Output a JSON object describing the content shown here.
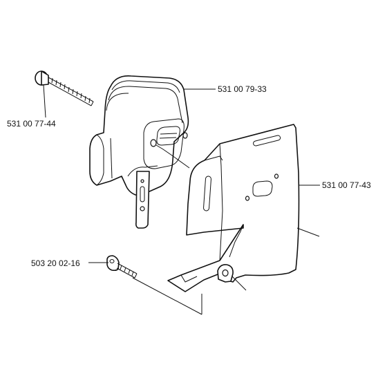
{
  "parts": [
    {
      "id": "muffler-bolt",
      "number": "531 00 77-44"
    },
    {
      "id": "muffler",
      "number": "531 00 79-33"
    },
    {
      "id": "heat-shield",
      "number": "531 00 77-43"
    },
    {
      "id": "screw",
      "number": "503 20 02-16"
    }
  ]
}
